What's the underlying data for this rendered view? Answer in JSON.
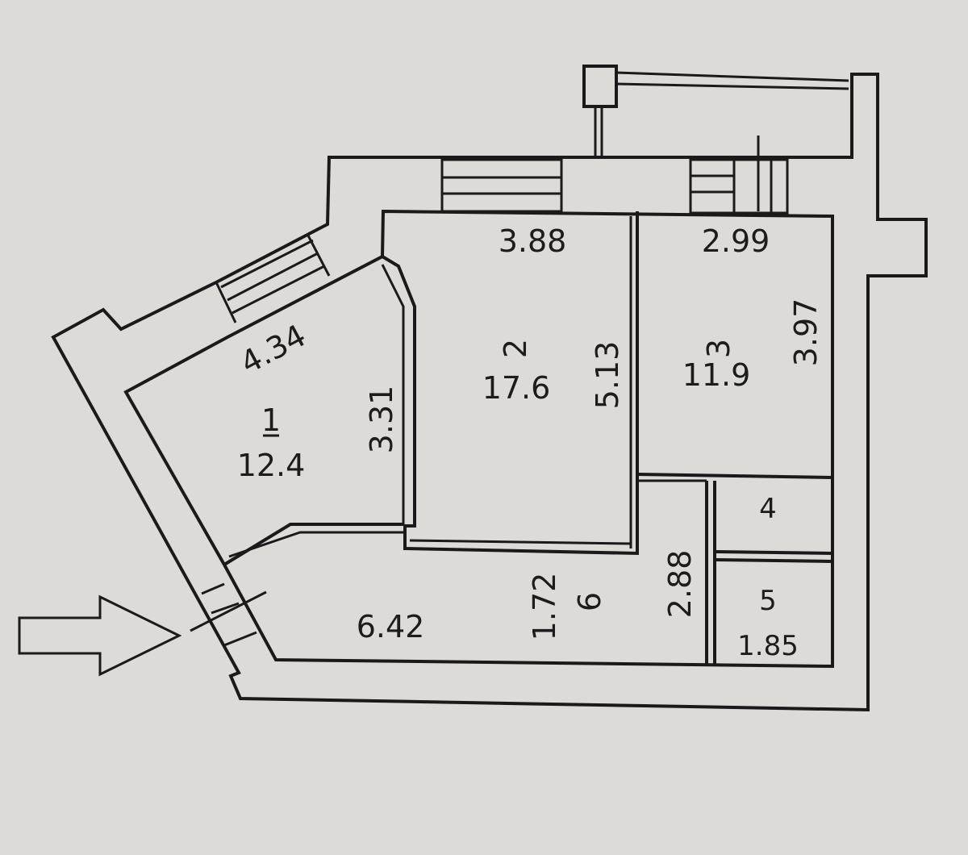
{
  "rooms": [
    {
      "number": "1",
      "area": "12.4"
    },
    {
      "number": "2",
      "area": "17.6"
    },
    {
      "number": "3",
      "area": "11.9"
    },
    {
      "number": "4"
    },
    {
      "number": "5",
      "area": "1.85"
    },
    {
      "number": "6",
      "area": "6.42"
    }
  ],
  "dimensions": [
    "3.88",
    "2.99",
    "4.34",
    "3.31",
    "5.13",
    "3.97",
    "1.72",
    "2.88"
  ],
  "colors": {
    "paper": "#d9d8d4",
    "line": "#1a1a1a"
  },
  "icons": {
    "entrance": "arrow-right-icon"
  }
}
